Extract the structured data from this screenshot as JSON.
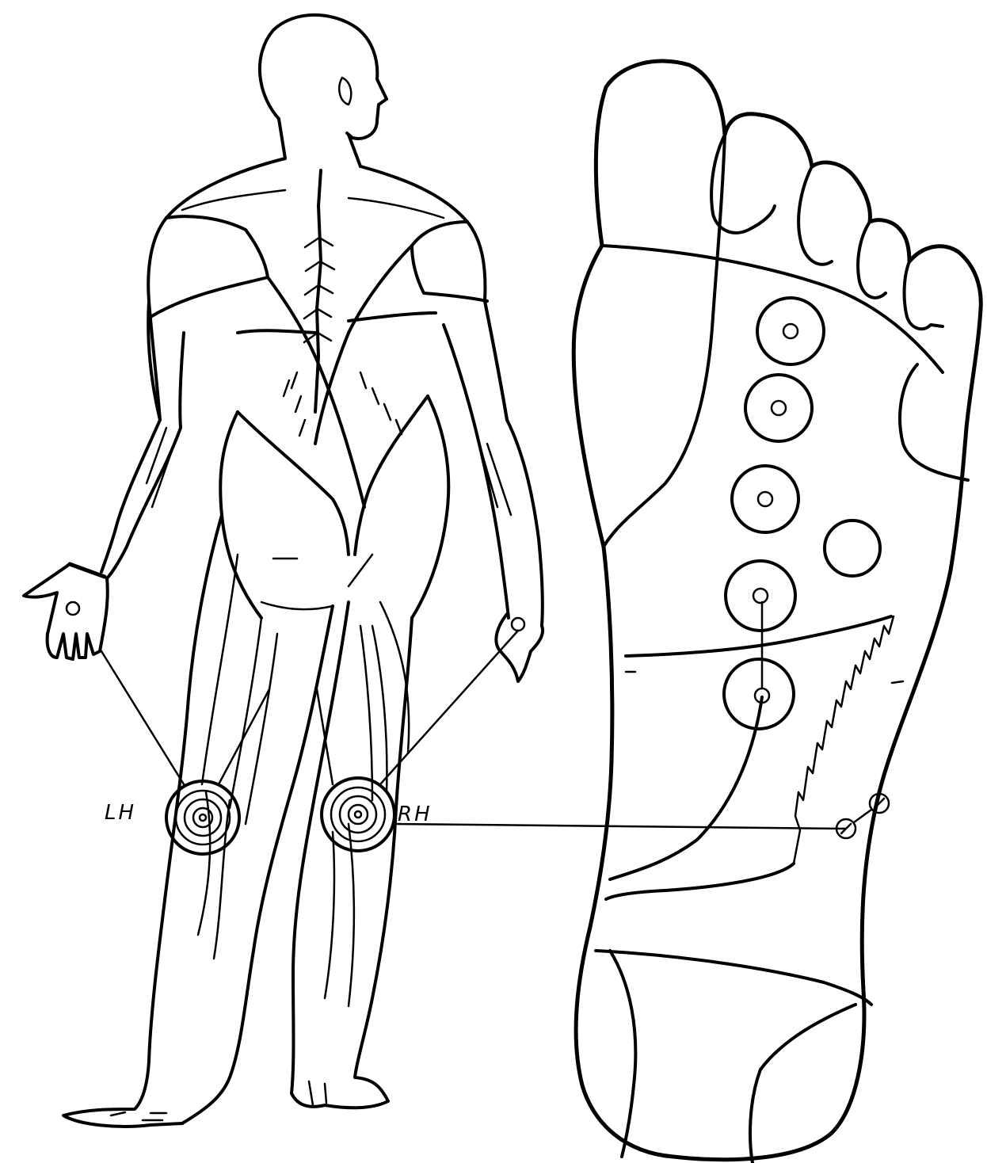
{
  "labels": {
    "left_hand": "LH",
    "right_hand": "RH"
  },
  "colors": {
    "ink": "#000000",
    "paper": "#ffffff"
  },
  "figures": [
    "human-back-view",
    "foot-sole"
  ],
  "foot_points_count": 6
}
